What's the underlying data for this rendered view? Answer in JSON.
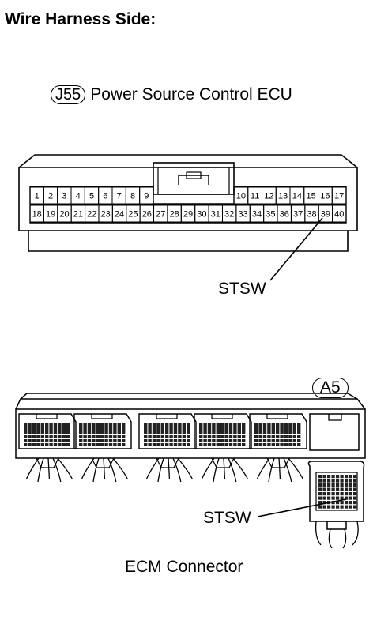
{
  "header": {
    "title": "Wire Harness Side:"
  },
  "j55": {
    "code": "J55",
    "name": "Power Source  Control ECU",
    "row1_left": [
      "1",
      "2",
      "3",
      "4",
      "5",
      "6",
      "7",
      "8",
      "9"
    ],
    "row1_right": [
      "10",
      "11",
      "12",
      "13",
      "14",
      "15",
      "16",
      "17"
    ],
    "row2": [
      "18",
      "19",
      "20",
      "21",
      "22",
      "23",
      "24",
      "25",
      "26",
      "27",
      "28",
      "29",
      "30",
      "31",
      "32",
      "33",
      "34",
      "35",
      "36",
      "37",
      "38",
      "39",
      "40"
    ],
    "callout": "STSW"
  },
  "ecm": {
    "code": "A5",
    "callout": "STSW",
    "caption": "ECM Connector"
  }
}
